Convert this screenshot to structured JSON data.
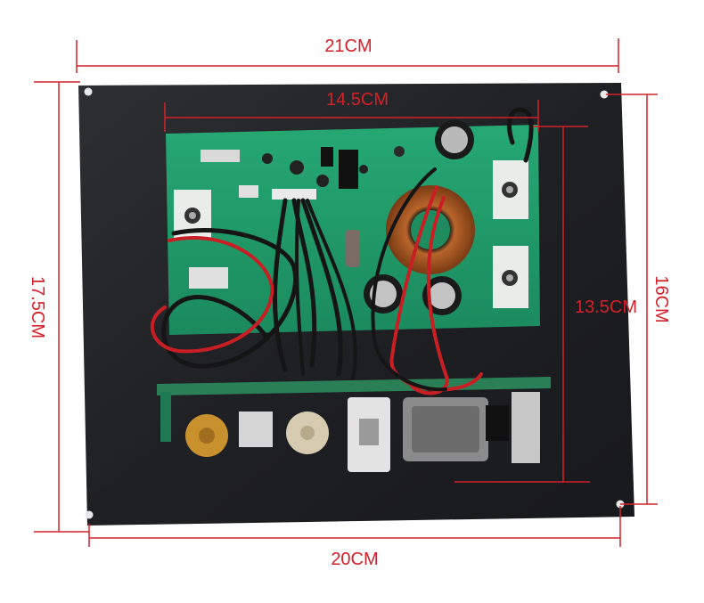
{
  "dimensions": {
    "top_width": "21CM",
    "pcb_width": "14.5CM",
    "left_height": "17.5CM",
    "right_height": "16CM",
    "pcb_height": "13.5CM",
    "bottom_width": "20CM"
  },
  "colors": {
    "dimension": "#d4202a",
    "plate": "#232428",
    "pcb": "#1f9a6a",
    "wire_red": "#c81e24",
    "wire_black": "#151515"
  }
}
